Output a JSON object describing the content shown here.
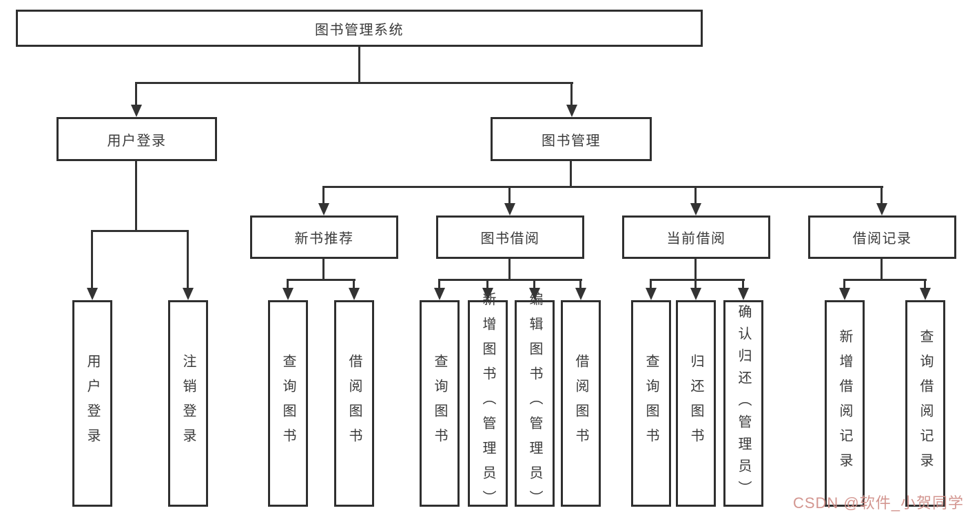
{
  "tree": {
    "root": {
      "label": "图书管理系统"
    },
    "branches": [
      {
        "label": "用户登录",
        "children": [
          {
            "label": "用户登录"
          },
          {
            "label": "注销登录"
          }
        ]
      },
      {
        "label": "图书管理",
        "children": [
          {
            "label": "新书推荐",
            "children": [
              {
                "label": "查询图书"
              },
              {
                "label": "借阅图书"
              }
            ]
          },
          {
            "label": "图书借阅",
            "children": [
              {
                "label": "查询图书"
              },
              {
                "label": "新增图书（管理员）"
              },
              {
                "label": "编辑图书（管理员）"
              },
              {
                "label": "借阅图书"
              }
            ]
          },
          {
            "label": "当前借阅",
            "children": [
              {
                "label": "查询图书"
              },
              {
                "label": "归还图书"
              },
              {
                "label": "确认归还（管理员）"
              }
            ]
          },
          {
            "label": "借阅记录",
            "children": [
              {
                "label": "新增借阅记录"
              },
              {
                "label": "查询借阅记录"
              }
            ]
          }
        ]
      }
    ]
  },
  "watermark": {
    "text": "CSDN @软件_小贺同学",
    "color": "#d1918b"
  },
  "style": {
    "line_color": "#333333",
    "box_border_color": "#2f2f2f",
    "text_color": "#3a3a3a",
    "background": "#ffffff"
  }
}
